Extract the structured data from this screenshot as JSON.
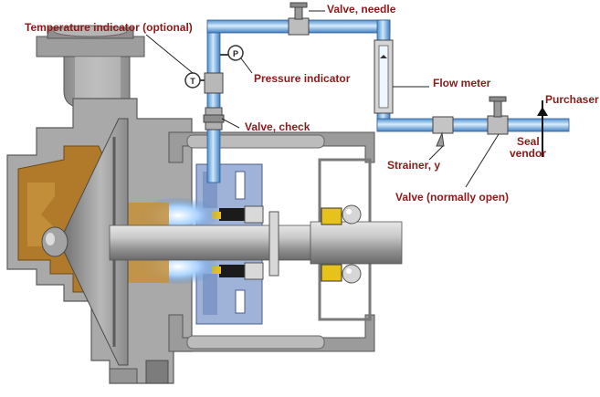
{
  "labels": {
    "valve_needle": "Valve, needle",
    "temperature_indicator": "Temperature indicator (optional)",
    "pressure_indicator": "Pressure indicator",
    "flow_meter": "Flow meter",
    "purchaser": "Purchaser",
    "valve_check": "Valve, check",
    "seal": "Seal",
    "vendor": "vendor",
    "strainer_y": "Strainer, y",
    "valve_normally_open": "Valve (normally open)"
  },
  "gauges": {
    "temperature_symbol": "T",
    "pressure_symbol": "P"
  },
  "colors": {
    "label_text": "#8b1a1a",
    "pipe_blue": "#6fb2e6",
    "casing_gray": "#9a9a9a",
    "casing_dark": "#5c5c5c",
    "fluid_brown": "#b07a2a",
    "seal_blue": "#9fb3d9",
    "shaft_gray": "#b9b9b9"
  }
}
